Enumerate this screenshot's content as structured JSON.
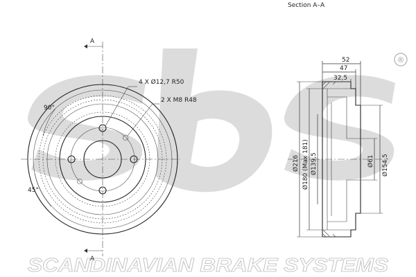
{
  "section_title": "Section A–A",
  "section_marks": {
    "top": "A",
    "bottom": "A"
  },
  "angles": {
    "a90": "90°",
    "a45": "45°"
  },
  "front_callouts": {
    "holes_big": "4 X Ø12,7   R50",
    "holes_threaded": "2 X M8   R48"
  },
  "dims_top": {
    "d52": "52",
    "d47": "47",
    "d32": "32,5"
  },
  "dims_vertical": {
    "d216": "Ø216",
    "d180": "Ø180 (Max 181)",
    "d139": "Ø139,5",
    "d61": "Ø61",
    "d154": "Ø154,5"
  },
  "brand": {
    "logo": "sbs",
    "registered": "®",
    "tagline": "SCANDINAVIAN BRAKE SYSTEMS",
    "watermark_color": "#d9d9d9"
  }
}
